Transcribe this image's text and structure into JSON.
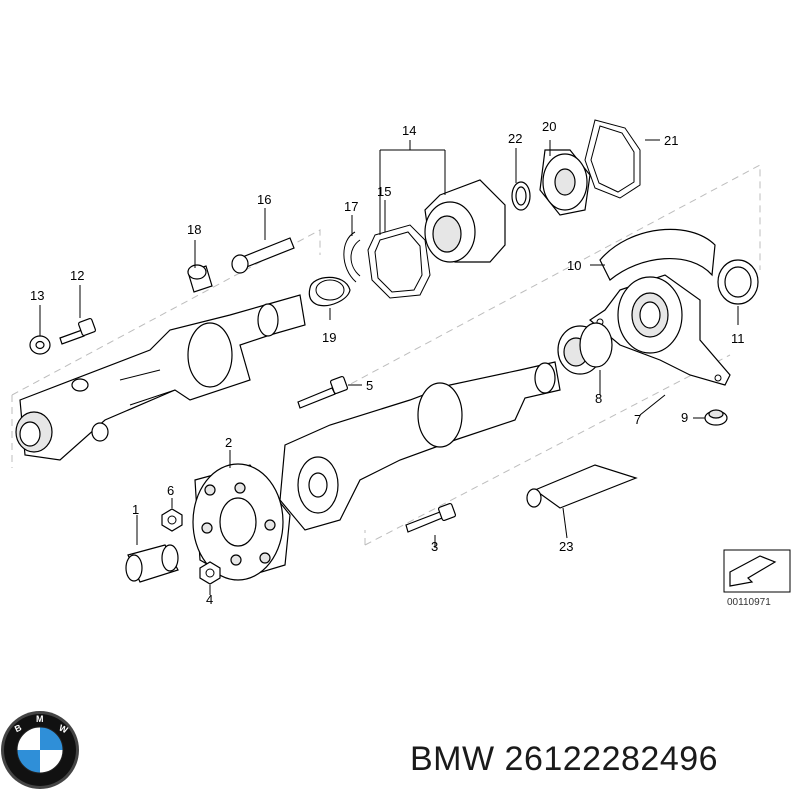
{
  "diagram": {
    "callouts": [
      "1",
      "2",
      "3",
      "4",
      "5",
      "6",
      "7",
      "8",
      "9",
      "10",
      "11",
      "12",
      "13",
      "14",
      "15",
      "16",
      "17",
      "18",
      "19",
      "20",
      "21",
      "22",
      "23"
    ],
    "drawing_code": "00110971"
  },
  "logo": {
    "icon": "bmw-roundel-icon",
    "text": "BMW",
    "colors": {
      "blue": "#2f8fd8",
      "black": "#111111",
      "white": "#ffffff"
    }
  },
  "caption": {
    "brand": "BMW",
    "part_number": "26122282496"
  }
}
